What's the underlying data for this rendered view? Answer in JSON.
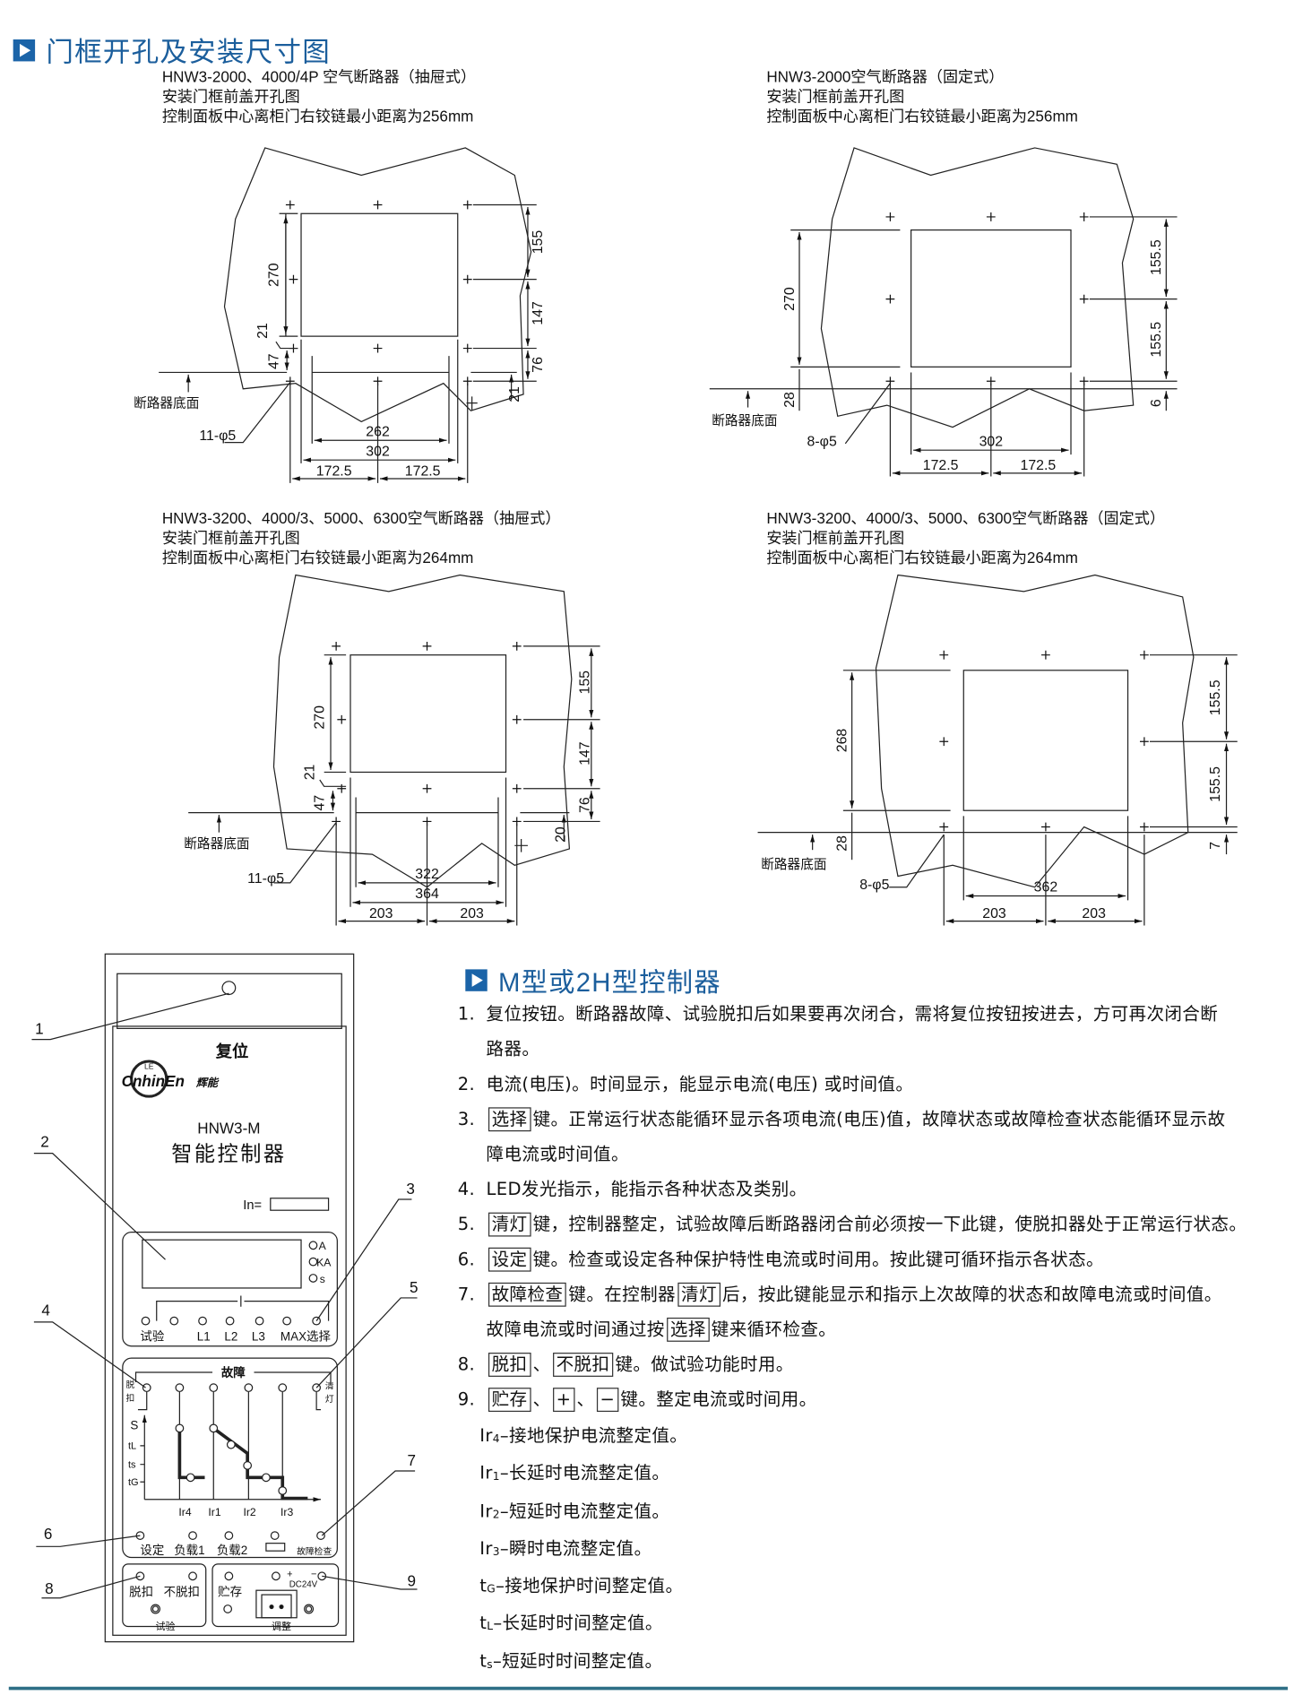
{
  "section1": {
    "title": "门框开孔及安装尺寸图"
  },
  "drawings": [
    {
      "header": [
        "HNW3-2000、4000/4P 空气断路器（抽屉式）",
        "安装门框前盖开孔图",
        "控制面板中心离柜门右铰链最小距离为256mm"
      ],
      "dims": {
        "height": "270",
        "right_top": "155",
        "right_mid": "147",
        "right_bot": "76",
        "left_small": "21",
        "left_offset": "47",
        "right_small": "21",
        "inner_width": "262",
        "outer_width": "302",
        "half_left": "172.5",
        "half_right": "172.5"
      },
      "base_label": "断路器底面",
      "holes": "11-φ5"
    },
    {
      "header": [
        "HNW3-2000空气断路器（固定式）",
        "安装门框前盖开孔图",
        "控制面板中心离柜门右铰链最小距离为256mm"
      ],
      "dims": {
        "height": "270",
        "right_top": "155.5",
        "right_mid": "155.5",
        "right_bot": "6",
        "left_offset": "28",
        "outer_width": "302",
        "half_left": "172.5",
        "half_right": "172.5"
      },
      "base_label": "断路器底面",
      "holes": "8-φ5"
    },
    {
      "header": [
        "HNW3-3200、4000/3、5000、6300空气断路器（抽屉式）",
        "安装门框前盖开孔图",
        "控制面板中心离柜门右铰链最小距离为264mm"
      ],
      "dims": {
        "height": "270",
        "right_top": "155",
        "right_mid": "147",
        "right_bot": "76",
        "left_small": "21",
        "left_offset": "47",
        "right_small": "20",
        "inner_width": "322",
        "outer_width": "364",
        "half_left": "203",
        "half_right": "203"
      },
      "base_label": "断路器底面",
      "holes": "11-φ5"
    },
    {
      "header": [
        "HNW3-3200、4000/3、5000、6300空气断路器（固定式）",
        "安装门框前盖开孔图",
        "控制面板中心离柜门右铰链最小距离为264mm"
      ],
      "dims": {
        "height": "268",
        "right_top": "155.5",
        "right_mid": "155.5",
        "right_bot": "7",
        "left_offset": "28",
        "outer_width": "362",
        "half_left": "203",
        "half_right": "203"
      },
      "base_label": "断路器底面",
      "holes": "8-φ5"
    }
  ],
  "panel": {
    "reset": "复位",
    "brand": "CnhinEn",
    "brand_cn": "辉能",
    "brand_mark": "LE",
    "model": "HNW3-M",
    "name": "智能控制器",
    "in_label": "In=",
    "units": [
      "A",
      "KA",
      "s"
    ],
    "display_row": [
      "试验",
      "L1",
      "L2",
      "L3",
      "MAX选择"
    ],
    "fault_title": "故障",
    "trip_label": [
      "脱",
      "扣"
    ],
    "clear_label": [
      "清",
      "灯"
    ],
    "axis_y": "S",
    "y_ticks": [
      "tL",
      "ts",
      "tG"
    ],
    "x_ticks": [
      "Ir4",
      "Ir1",
      "Ir2",
      "Ir3"
    ],
    "bottom_row": [
      "设定",
      "负载1",
      "负载2",
      "故障检查"
    ],
    "test_group": {
      "trip": "脱扣",
      "no_trip": "不脱扣",
      "title": "试验"
    },
    "adjust_group": {
      "store": "贮存",
      "plus": "+",
      "minus": "−",
      "dc": "DC24V",
      "title": "调整"
    }
  },
  "callouts": [
    "1",
    "2",
    "3",
    "4",
    "5",
    "6",
    "7",
    "8",
    "9"
  ],
  "section2": {
    "title": "M型或2H型控制器",
    "items": [
      {
        "num": "1.",
        "l1": "复位按钮。断路器故障、试验脱扣后如果要再次闭合，需将复位按钮按进去，方可再次闭合断",
        "l2": "路器。"
      },
      {
        "num": "2.",
        "l1": "电流(电压)。时间显示，能显示电流(电压) 或时间值。"
      },
      {
        "num": "3.",
        "k1": "选择",
        "l1": "键。正常运行状态能循环显示各项电流(电压)值，故障状态或故障检查状态能循环显示故",
        "l2": "障电流或时间值。"
      },
      {
        "num": "4.",
        "l1": "LED发光指示，能指示各种状态及类别。"
      },
      {
        "num": "5.",
        "k1": "清灯",
        "l1": "键，控制器整定，试验故障后断路器闭合前必须按一下此键，使脱扣器处于正常运行状态。"
      },
      {
        "num": "6.",
        "k1": "设定",
        "l1": "键。检查或设定各种保护特性电流或时间用。按此键可循环指示各状态。"
      },
      {
        "num": "7.",
        "k1": "故障检查",
        "l1": "键。在控制器",
        "k2": "清灯",
        "l1b": "后，按此键能显示和指示上次故障的状态和故障电流或时间值。",
        "l2": "故障电流或时间通过按",
        "k3": "选择",
        "l2b": "键来循环检查。"
      },
      {
        "num": "8.",
        "k1": "脱扣",
        "sep": "、",
        "k2": "不脱扣",
        "l1": "键。做试验功能时用。"
      },
      {
        "num": "9.",
        "k1": "贮存",
        "sep": "、",
        "k2": "+",
        "sep2": "、",
        "k3": "−",
        "l1": "键。整定电流或时间用。"
      }
    ],
    "definitions": [
      {
        "sym": "Ir",
        "sub": "4",
        "text": "–接地保护电流整定值。"
      },
      {
        "sym": "Ir",
        "sub": "1",
        "text": "–长延时电流整定值。"
      },
      {
        "sym": "Ir",
        "sub": "2",
        "text": "–短延时电流整定值。"
      },
      {
        "sym": "Ir",
        "sub": "3",
        "text": "–瞬时电流整定值。"
      },
      {
        "sym": "t",
        "sub": "G",
        "text": "–接地保护时间整定值。"
      },
      {
        "sym": "t",
        "sub": "L",
        "text": "–长延时时间整定值。"
      },
      {
        "sym": "t",
        "sub": "s",
        "text": "–短延时时间整定值。"
      }
    ]
  },
  "colors": {
    "accent": "#1b64a8",
    "title": "#1b5e9c",
    "rule": "#2e6f86"
  }
}
